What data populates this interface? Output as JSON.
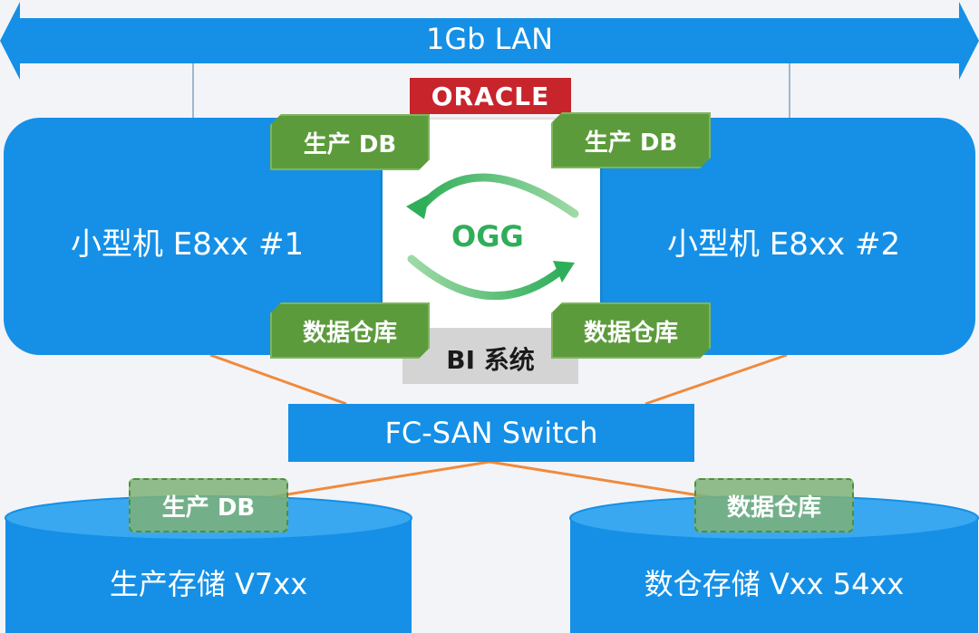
{
  "lan": {
    "label": "1Gb LAN"
  },
  "oracle": {
    "logo_text": "ORACLE"
  },
  "servers": [
    {
      "label": "小型机 E8xx #1"
    },
    {
      "label": "小型机 E8xx #2"
    }
  ],
  "tags": {
    "prod_db": "生产 DB",
    "data_warehouse": "数据仓库"
  },
  "ogg": {
    "label": "OGG"
  },
  "bi": {
    "label": "BI 系统"
  },
  "switch": {
    "label": "FC-SAN Switch"
  },
  "storage": [
    {
      "label": "生产存储 V7xx",
      "tag": "生产 DB"
    },
    {
      "label": "数仓存储 Vxx 54xx",
      "tag": "数据仓库"
    }
  ],
  "colors": {
    "blue": "#1590e6",
    "green": "#5c9b3c",
    "oracle_red": "#c8242b",
    "fc_line": "#f08a3c"
  }
}
